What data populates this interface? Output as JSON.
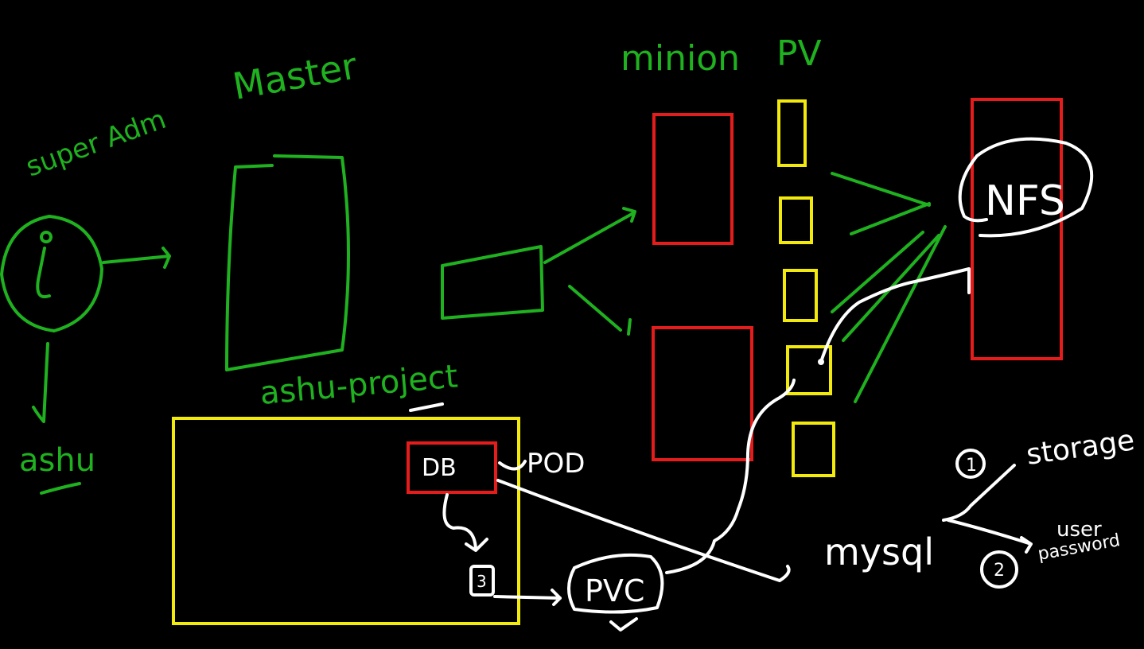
{
  "labels": {
    "super_admin": "super Adm",
    "master": "Master",
    "minion": "minion",
    "pv": "PV",
    "nfs": "NFS",
    "ashu": "ashu",
    "ashu_project": "ashu-project",
    "db": "DB",
    "pod": "POD",
    "pvc": "PVC",
    "mysql": "mysql",
    "storage": "storage",
    "user": "user",
    "password": "password",
    "num_1": "1",
    "num_2": "2",
    "num_3": "3"
  },
  "colors": {
    "background": "#000000",
    "green": "#1fb11f",
    "red": "#e51c1c",
    "yellow": "#f2ea0c",
    "white": "#ffffff"
  }
}
